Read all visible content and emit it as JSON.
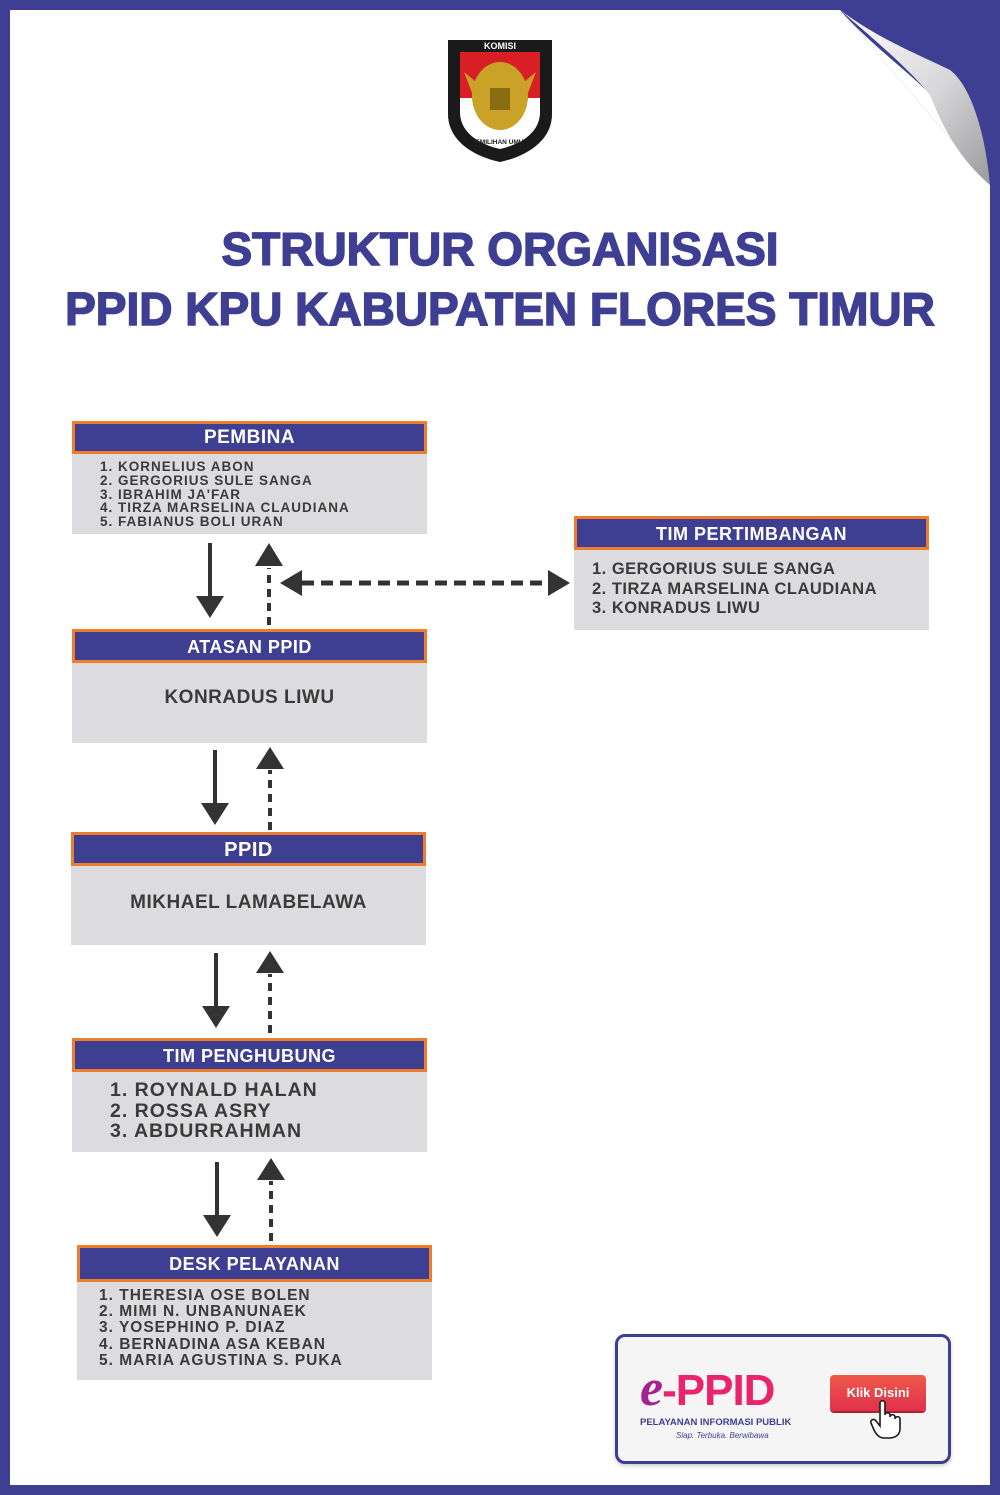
{
  "title": {
    "line1": "STRUKTUR ORGANISASI",
    "line2": "PPID KPU KABUPATEN FLORES TIMUR"
  },
  "logo": {
    "top_text": "KOMISI",
    "bottom_text": "PEMILIHAN UMUM"
  },
  "pembina": {
    "header": "PEMBINA",
    "members": [
      "1. KORNELIUS ABON",
      "2. GERGORIUS SULE SANGA",
      "3. IBRAHIM JA'FAR",
      "4. TIRZA MARSELINA CLAUDIANA",
      "5. FABIANUS BOLI URAN"
    ]
  },
  "tim_pertimbangan": {
    "header": "TIM PERTIMBANGAN",
    "members": [
      "1. GERGORIUS SULE SANGA",
      "2. TIRZA MARSELINA CLAUDIANA",
      "3. KONRADUS LIWU"
    ]
  },
  "atasan_ppid": {
    "header": "ATASAN PPID",
    "name": "KONRADUS LIWU"
  },
  "ppid": {
    "header": "PPID",
    "name": "MIKHAEL LAMABELAWA"
  },
  "tim_penghubung": {
    "header": "TIM PENGHUBUNG",
    "members": [
      "1. ROYNALD HALAN",
      "2. ROSSA ASRY",
      "3. ABDURRAHMAN"
    ]
  },
  "desk_pelayanan": {
    "header": "DESK PELAYANAN",
    "members": [
      "1. THERESIA OSE BOLEN",
      "2. MIMI N. UNBANUNAEK",
      "3. YOSEPHINO P. DIAZ",
      "4. BERNADINA ASA KEBAN",
      "5. MARIA AGUSTINA S. PUKA"
    ]
  },
  "eppid": {
    "logo_e": "e",
    "logo_rest": "-PPID",
    "subtitle": "PELAYANAN INFORMASI PUBLIK",
    "tagline": "Siap. Terbuka. Berwibawa",
    "button_label": "Klik Disini"
  },
  "colors": {
    "primary": "#3e3f92",
    "accent": "#ee7d2c",
    "box_body": "#dcdcde",
    "arrow": "#333333"
  },
  "icons": [
    "kpu-garuda-logo",
    "arrow-down-icon",
    "arrow-up-dashed-icon",
    "double-arrow-dashed-icon",
    "pointer-hand-icon"
  ]
}
